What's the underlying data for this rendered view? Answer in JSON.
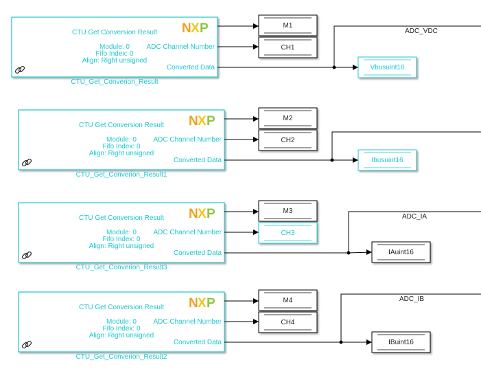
{
  "colors": {
    "cyan": "#1cc7cf",
    "line": "#000000",
    "logo_n": "#f0a020",
    "logo_x": "#f5c518",
    "logo_p": "#8cc63f"
  },
  "groups": [
    {
      "block": {
        "title": "CTU Get Conversion Result",
        "module": "Module: 0",
        "fifo": "Fifo Index: 0",
        "align": "Align: Right unsigned",
        "port1": "ADC Channel Number",
        "port2": "Converted Data",
        "name": "CTU_Get_Converion_Result",
        "logo": "NXP",
        "icon": "link-icon"
      },
      "const_m": "M1",
      "const_ch": "CH1",
      "ch_highlighted": false,
      "signal": "ADC_VDC",
      "output": "Vbusuint16",
      "output_highlighted": true
    },
    {
      "block": {
        "title": "CTU Get Conversion Result",
        "module": "Module: 0",
        "fifo": "Fifo Index: 0",
        "align": "Align: Right unsigned",
        "port1": "ADC Channel Number",
        "port2": "Converted Data",
        "name": "CTU_Get_Converion_Result1",
        "logo": "NXP",
        "icon": "link-icon"
      },
      "const_m": "M2",
      "const_ch": "CH2",
      "ch_highlighted": false,
      "signal": "",
      "output": "Ibusuint16",
      "output_highlighted": true
    },
    {
      "block": {
        "title": "CTU Get Conversion Result",
        "module": "Module: 0",
        "fifo": "Fifo Index: 0",
        "align": "Align: Right unsigned",
        "port1": "ADC Channel Number",
        "port2": "Converted Data",
        "name": "CTU_Get_Converion_Result3",
        "logo": "NXP",
        "icon": "link-icon"
      },
      "const_m": "M3",
      "const_ch": "CH3",
      "ch_highlighted": true,
      "signal": "ADC_IA",
      "output": "IAuint16",
      "output_highlighted": false
    },
    {
      "block": {
        "title": "CTU Get Conversion Result",
        "module": "Module: 0",
        "fifo": "Fifo Index: 0",
        "align": "Align: Right unsigned",
        "port1": "ADC Channel Number",
        "port2": "Converted Data",
        "name": "CTU_Get_Converion_Result2",
        "logo": "NXP",
        "icon": "link-icon"
      },
      "const_m": "M4",
      "const_ch": "CH4",
      "ch_highlighted": false,
      "signal": "ADC_IB",
      "output": "IBuint16",
      "output_highlighted": false
    }
  ]
}
